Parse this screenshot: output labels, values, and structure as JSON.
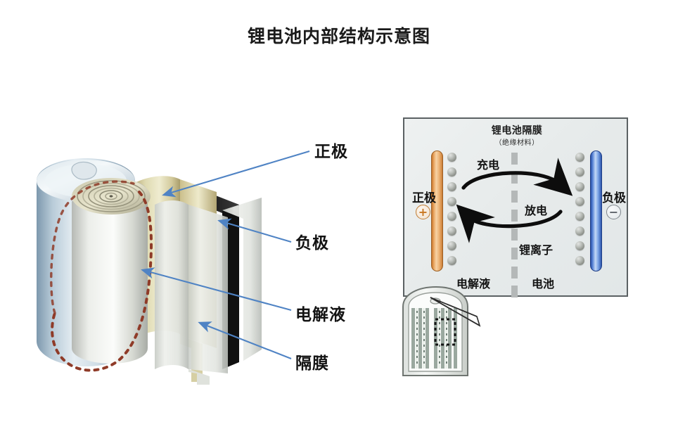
{
  "page": {
    "title": "锂电池内部结构示意图",
    "background": "#ffffff"
  },
  "left_diagram": {
    "name": "cylindrical-cell-cutaway",
    "labels": [
      {
        "id": "cathode",
        "text": "正极",
        "points_to": "yellow-ochre electrode foil layer"
      },
      {
        "id": "anode",
        "text": "负极",
        "points_to": "dark outer electrode foil layer"
      },
      {
        "id": "electrolyte",
        "text": "电解液",
        "points_to": "dashed red region inside the wound roll"
      },
      {
        "id": "separator",
        "text": "隔膜",
        "points_to": "pale separator sheet between foils"
      }
    ],
    "leader_color": "#5b8dc8"
  },
  "right_panel": {
    "title": "锂电池隔膜",
    "subtitle": "（绝缘材料）",
    "border_color": "#5b6163",
    "background_color": "#e9eded",
    "left_electrode": {
      "label": "正极",
      "polarity_symbol": "+",
      "color": "#e8a45f",
      "ion_count": 8
    },
    "right_electrode": {
      "label": "负极",
      "polarity_symbol": "−",
      "color": "#5a86d8",
      "ion_count": 8
    },
    "separator": {
      "name": "dashed-separator-membrane",
      "dash_count": 8,
      "color": "#b4b8b8"
    },
    "flow_labels": {
      "charge": "充电",
      "discharge": "放电",
      "ion": "锂离子",
      "electrolyte": "电解液",
      "cell": "电池"
    },
    "arrow_color": "#0d0d0d"
  },
  "mini_battery": {
    "name": "battery-cross-section-thumbnail",
    "highlight": "dashed-zoom-box",
    "callout_color": "#2a2a2a"
  }
}
